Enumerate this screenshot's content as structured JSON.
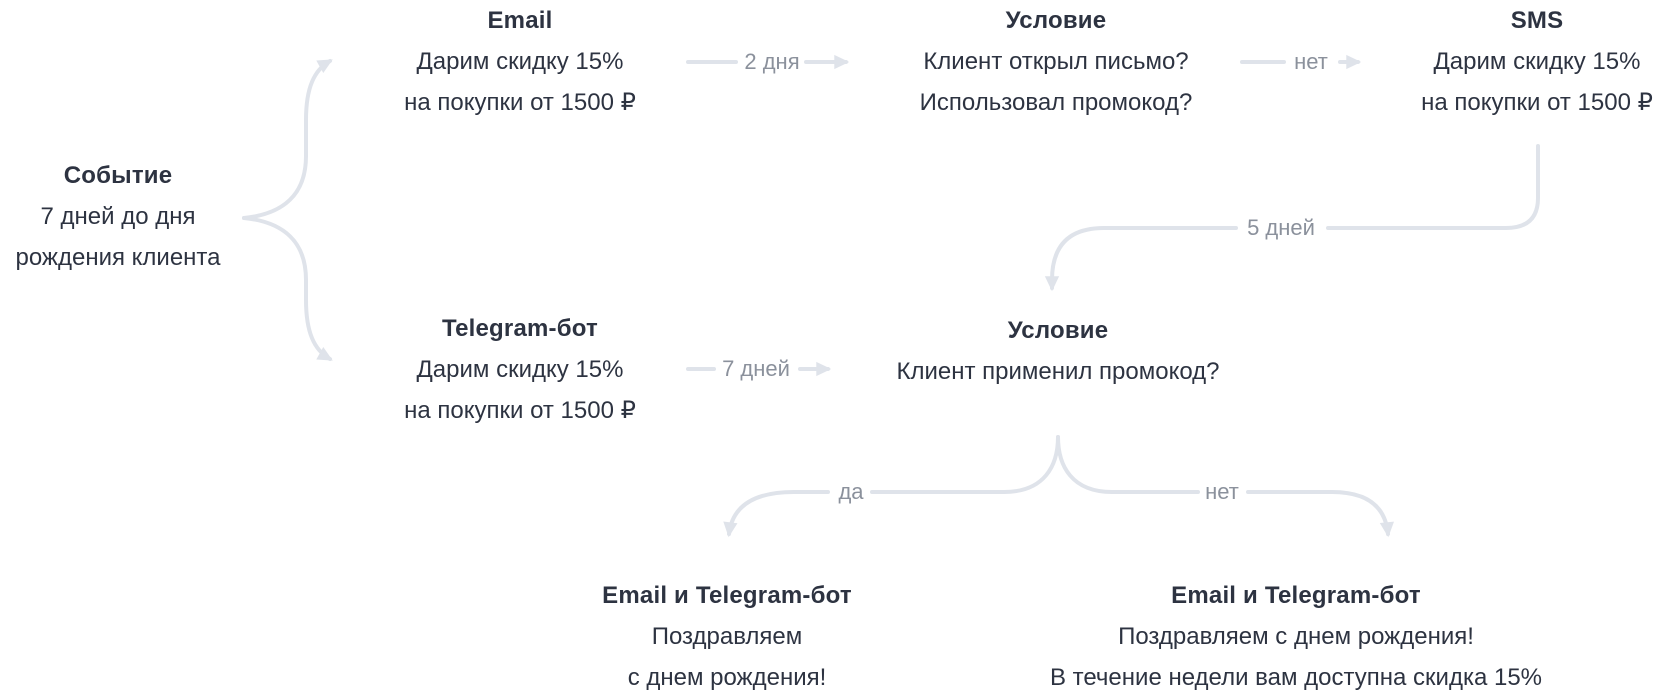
{
  "diagram": {
    "nodes": {
      "event": {
        "title": "Событие",
        "lines": [
          "7 дней до дня",
          "рождения клиента"
        ]
      },
      "email": {
        "title": "Email",
        "lines": [
          "Дарим скидку 15%",
          "на покупки от 1500 ₽"
        ]
      },
      "condition1": {
        "title": "Условие",
        "lines": [
          "Клиент открыл письмо?",
          "Использовал промокод?"
        ]
      },
      "sms": {
        "title": "SMS",
        "lines": [
          "Дарим скидку 15%",
          "на покупки от 1500 ₽"
        ]
      },
      "telegram": {
        "title": "Telegram-бот",
        "lines": [
          "Дарим скидку 15%",
          "на покупки от 1500 ₽"
        ]
      },
      "condition2": {
        "title": "Условие",
        "lines": [
          "Клиент применил промокод?"
        ]
      },
      "result_yes": {
        "title": "Email и Telegram-бот",
        "lines": [
          "Поздравляем",
          "с днем рождения!"
        ]
      },
      "result_no": {
        "title": "Email и Telegram-бот",
        "lines": [
          "Поздравляем с днем рождения!",
          "В течение недели вам доступна скидка 15%"
        ]
      }
    },
    "edge_labels": {
      "email_to_condition1": "2 дня",
      "condition1_to_sms": "нет",
      "sms_to_condition2": "5 дней",
      "telegram_to_condition2": "7 дней",
      "condition2_yes": "да",
      "condition2_no": "нет"
    },
    "colors": {
      "text": "#2d3341",
      "edge_label": "#8b919c",
      "wire": "#dfe3ea",
      "background": "#ffffff"
    }
  }
}
